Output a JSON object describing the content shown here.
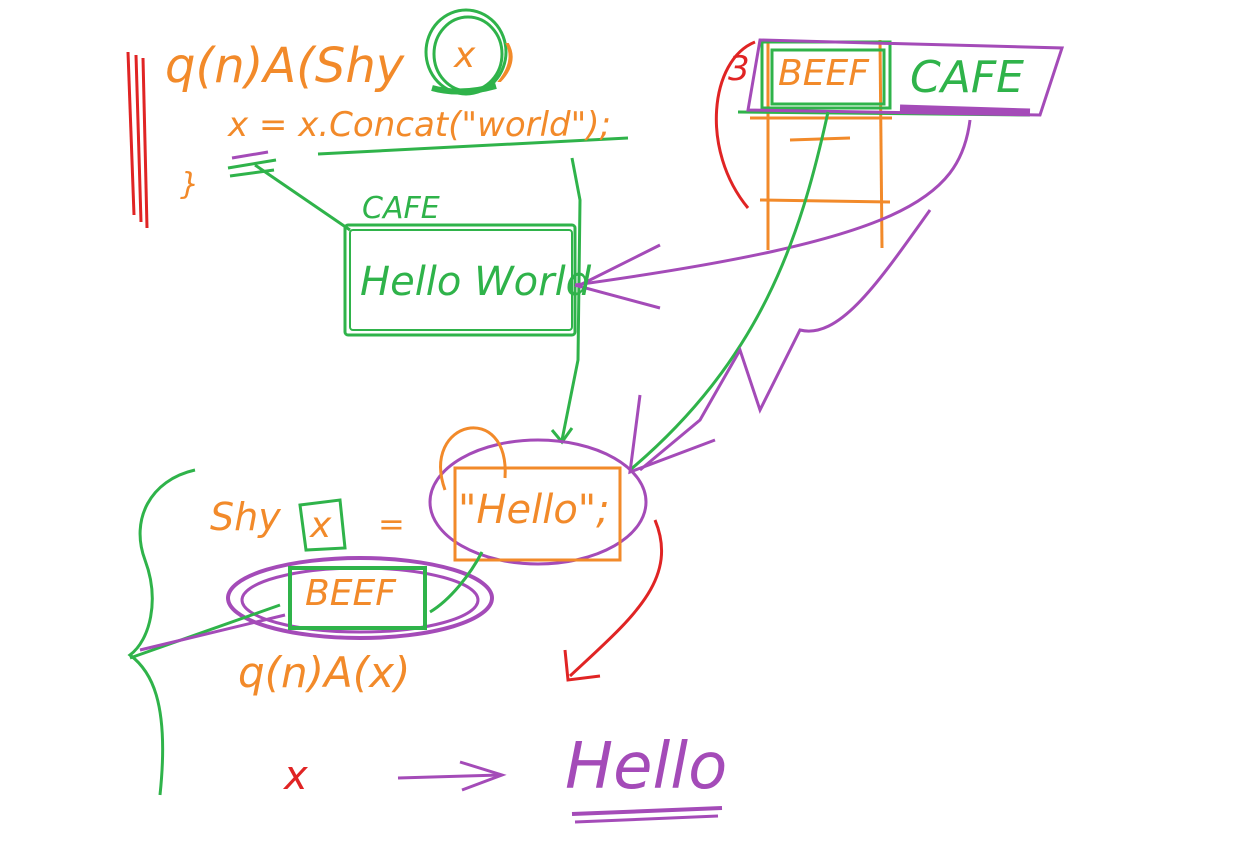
{
  "colors": {
    "orange": "#f28a2a",
    "green": "#2fb34a",
    "purple": "#a44bb8",
    "red": "#e02424"
  },
  "top_code": {
    "line1": "q(n)A(Shy",
    "param": "x",
    "close": ")",
    "line2": "x = x.Concat(\"world\");",
    "line3": "}"
  },
  "new_object": {
    "address": "CAFE",
    "value": "Hello World"
  },
  "stack_frame": {
    "slot1": "BEEF",
    "slot2": "CAFE",
    "marker": "3"
  },
  "literal": {
    "value": "\"Hello\";"
  },
  "bottom_code": {
    "decl": "Shy",
    "var": "x",
    "eq": "=",
    "ref": "BEEF",
    "call": "q(n)A(x)"
  },
  "result": {
    "var": "x",
    "value": "Hello"
  }
}
